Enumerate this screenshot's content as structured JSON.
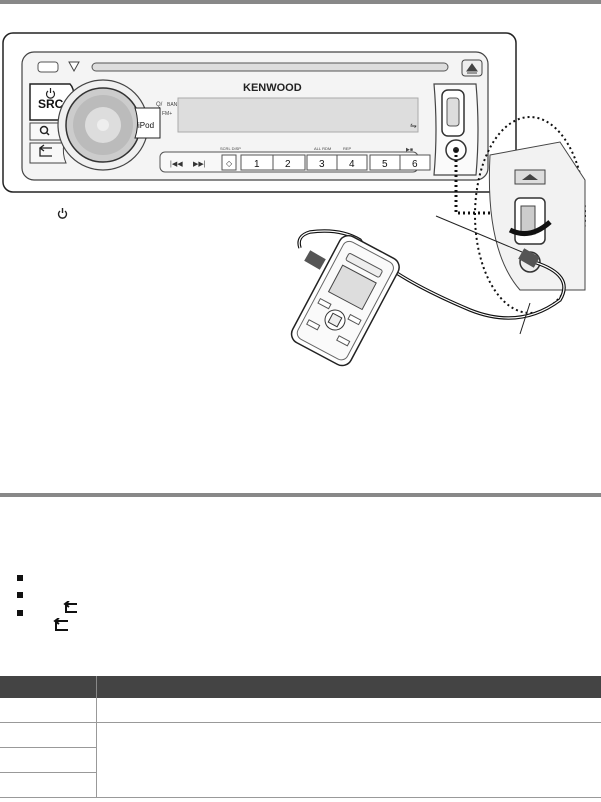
{
  "unit": {
    "brand": "KENWOOD",
    "src_button": "SRC",
    "band_label": "BAND",
    "fm_label": "FM+",
    "ipod_button": "iPod",
    "presets": [
      {
        "label": "1",
        "caption": ""
      },
      {
        "label": "2",
        "caption": ""
      },
      {
        "label": "3",
        "caption": "ALL RDM"
      },
      {
        "label": "4",
        "caption": "REP"
      },
      {
        "label": "5",
        "caption": ""
      },
      {
        "label": "6",
        "caption": "▶■"
      }
    ],
    "scrl_caption": "SCRL DISP",
    "seek_back": "|◀◀",
    "seek_fwd": "▶▶|"
  },
  "table": {
    "rows": 4
  },
  "icons": {
    "power": "power-icon",
    "return": "return-icon",
    "search": "search-icon",
    "eject": "eject-icon",
    "usb": "usb-icon"
  }
}
